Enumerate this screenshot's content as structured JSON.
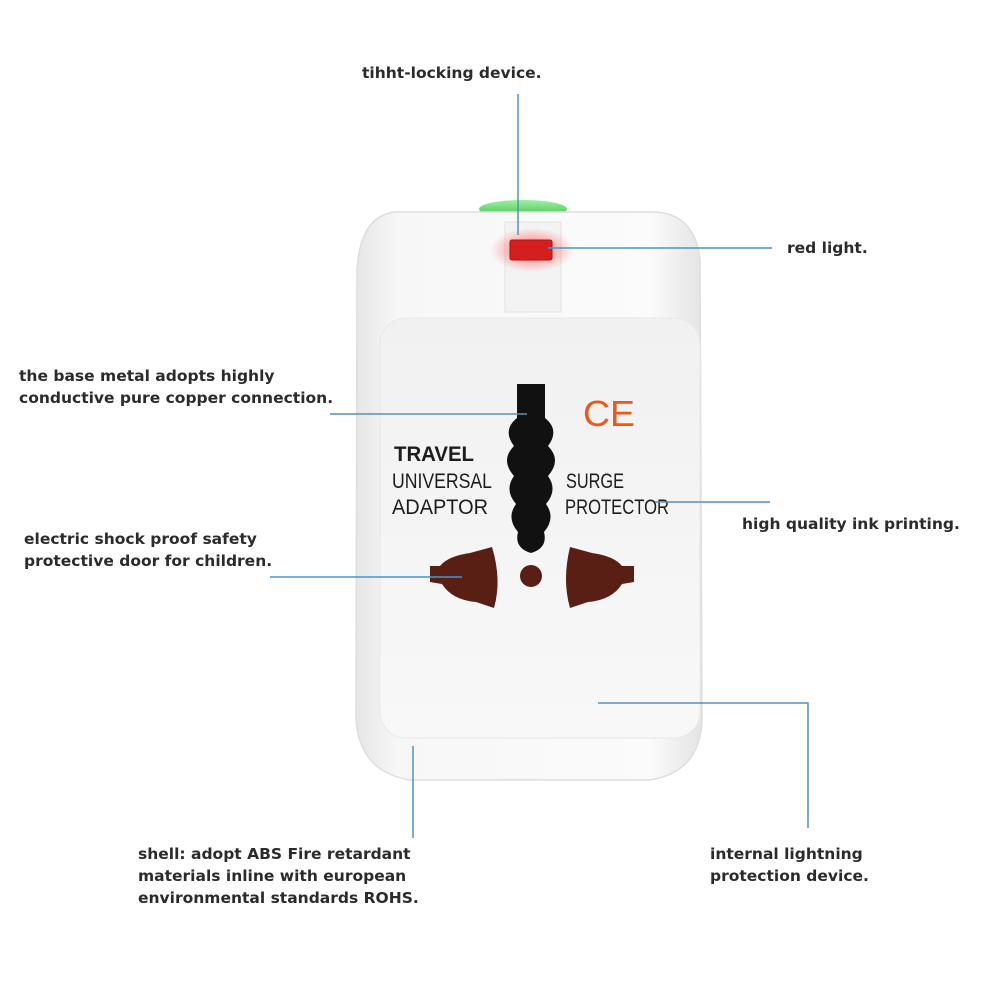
{
  "callouts": {
    "locking": "tihht-locking device.",
    "red_light": "red light.",
    "base_metal": [
      "the base metal adopts highly",
      "conductive pure copper connection."
    ],
    "shock_proof": [
      "electric shock proof safety",
      "protective door for children."
    ],
    "ink": "high quality ink printing.",
    "shell": [
      "shell: adopt ABS Fire retardant",
      "materials inline with european",
      "environmental standards ROHS."
    ],
    "lightning": [
      "internal lightning",
      "protection device."
    ]
  },
  "device": {
    "left_print": [
      "TRAVEL",
      "UNIVERSAL",
      "ADAPTOR"
    ],
    "right_print": [
      "SURGE",
      "PROTECTOR"
    ],
    "ce_mark": "CE"
  },
  "colors": {
    "leader_line": "#4f93c2",
    "ce_orange": "#e8591c",
    "red_light": "#d51f1f",
    "green_button": "#4fd05a",
    "socket_brown": "#5a1f14"
  }
}
